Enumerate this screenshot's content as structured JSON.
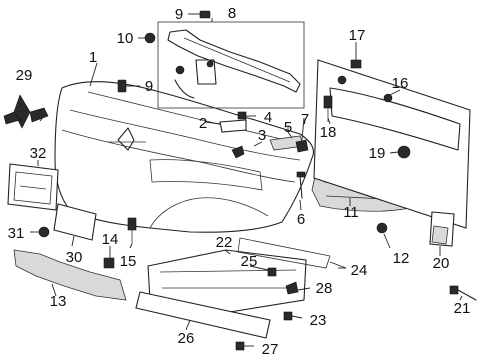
{
  "diagram": {
    "labels": [
      "1",
      "2",
      "3",
      "4",
      "5",
      "6",
      "7",
      "8",
      "9",
      "9",
      "10",
      "11",
      "12",
      "13",
      "14",
      "15",
      "16",
      "17",
      "18",
      "19",
      "20",
      "21",
      "22",
      "23",
      "24",
      "25",
      "26",
      "27",
      "28",
      "29",
      "30",
      "31",
      "32"
    ],
    "colors": {
      "line": "#222222",
      "background": "#ffffff",
      "fill": "#2a2a2a"
    }
  }
}
